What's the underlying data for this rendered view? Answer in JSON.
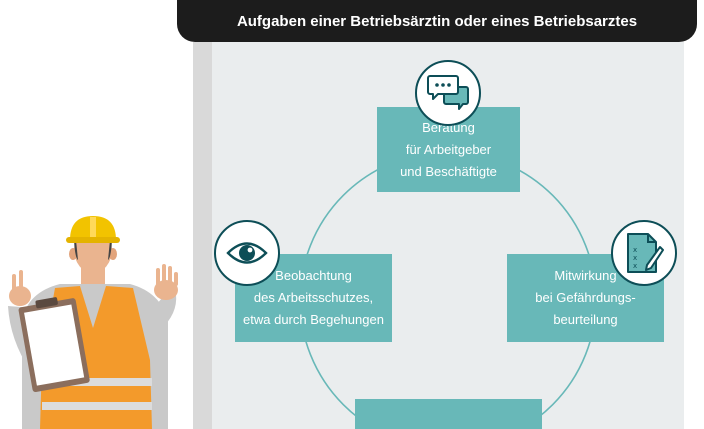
{
  "header": {
    "title": "Aufgaben einer Betriebsärztin oder eines Betriebsarztes"
  },
  "tasks": [
    {
      "lines": [
        "Beratung",
        "für Arbeitgeber",
        "und Beschäftigte"
      ],
      "icon": "chat-bubbles-icon"
    },
    {
      "lines": [
        "Beobachtung",
        "des Arbeitsschutzes,",
        "etwa durch Begehungen"
      ],
      "icon": "eye-icon"
    },
    {
      "lines": [
        "Mitwirkung",
        "bei Gefährdungs-",
        "beurteilung"
      ],
      "icon": "document-checklist-icon"
    },
    {
      "lines": [],
      "icon": ""
    }
  ],
  "colors": {
    "title_bar": "#1c1c1c",
    "panel": "#eaedee",
    "box": "#68b8b8",
    "icon_line": "#0d4e57",
    "vest": "#f39a2b",
    "helmet": "#f2c300"
  }
}
